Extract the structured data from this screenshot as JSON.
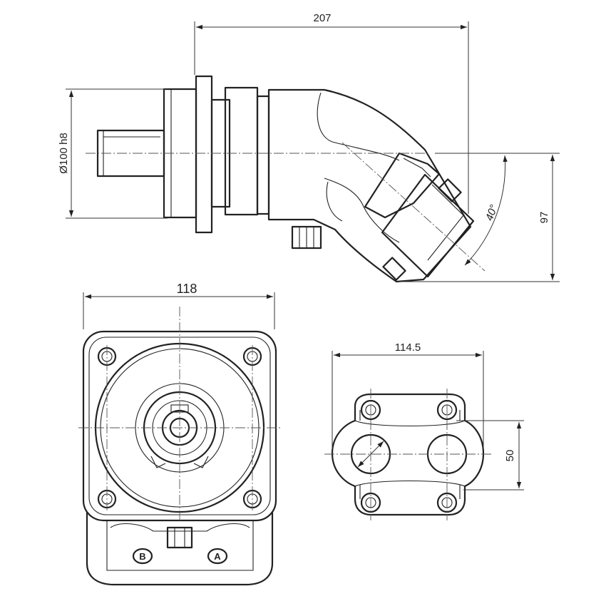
{
  "dimensions": {
    "overall_length": "207",
    "pilot_diameter": "Ø100 h8",
    "height": "97",
    "angle": "40°",
    "flange_width": "118",
    "port_block_width": "114.5",
    "port_spacing": "50"
  },
  "ports": {
    "b": "B",
    "a": "A"
  }
}
